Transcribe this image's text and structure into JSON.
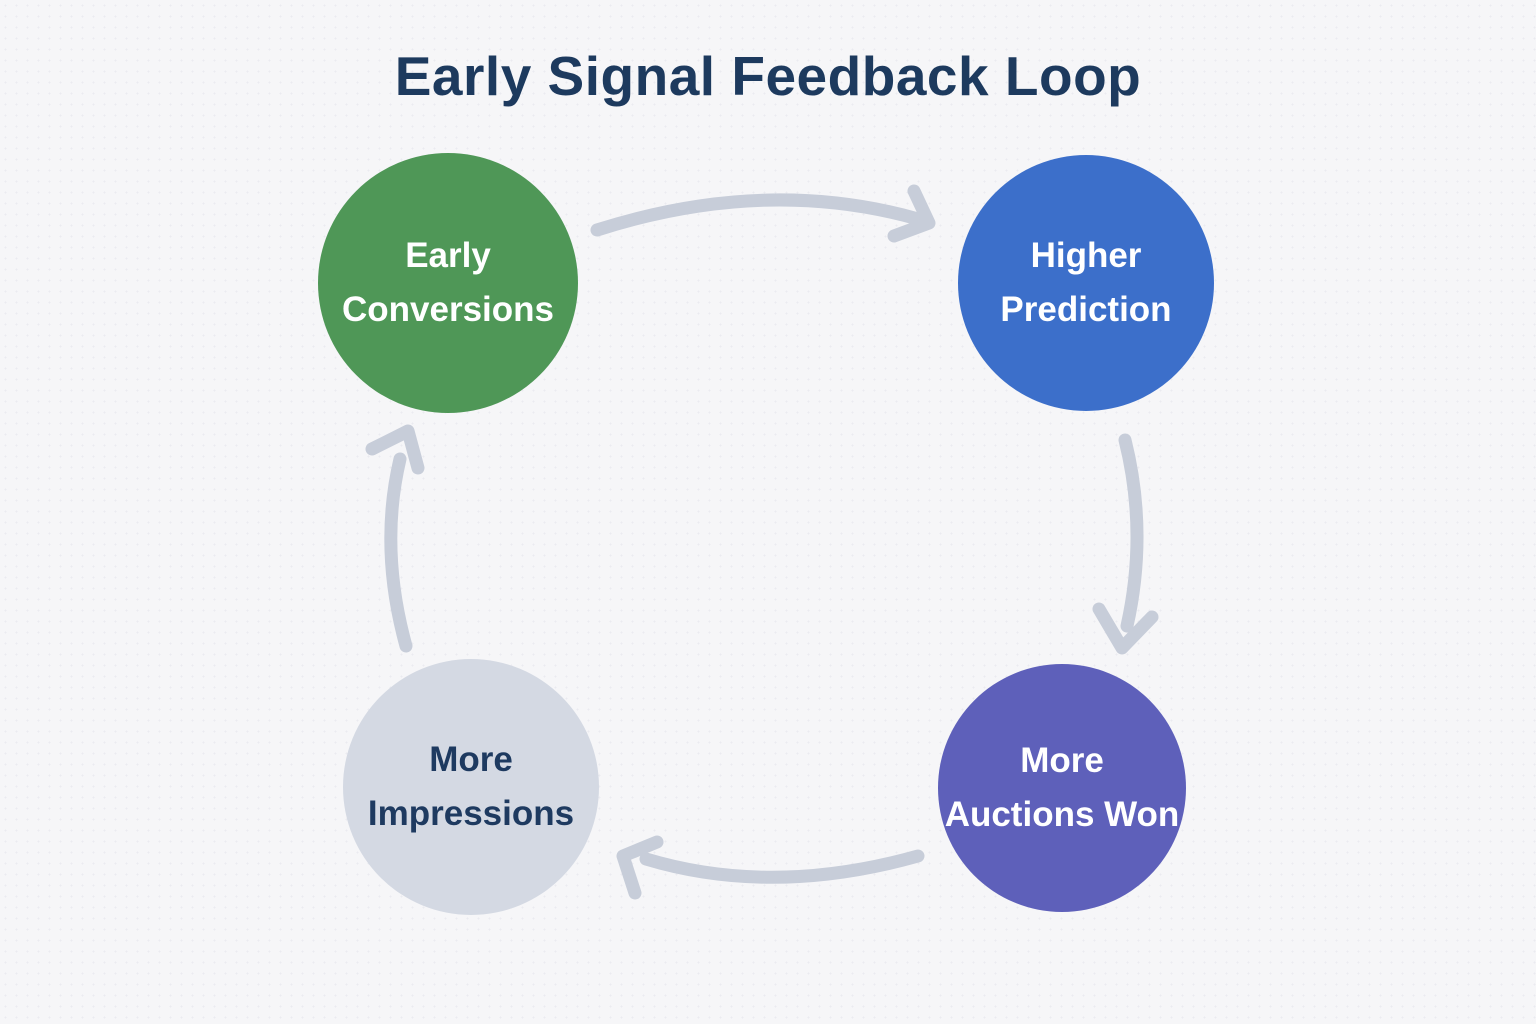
{
  "title": "Early Signal Feedback Loop",
  "colors": {
    "background": "#f6f6f8",
    "title_text": "#1d3a5e",
    "arrow": "#c7cdd9",
    "node_green": "#4f9757",
    "node_blue": "#3c6fca",
    "node_purple": "#5e60ba",
    "node_gray": "#d4d9e3",
    "text_light": "#ffffff",
    "text_dark": "#1e3a60"
  },
  "nodes": [
    {
      "id": "early-conversions",
      "line1": "Early",
      "line2": "Conversions",
      "color": "#4f9757",
      "text_color": "#ffffff"
    },
    {
      "id": "higher-prediction",
      "line1": "Higher",
      "line2": "Prediction",
      "color": "#3c6fca",
      "text_color": "#ffffff"
    },
    {
      "id": "more-auctions-won",
      "line1": "More",
      "line2": "Auctions Won",
      "color": "#5e60ba",
      "text_color": "#ffffff"
    },
    {
      "id": "more-impressions",
      "line1": "More",
      "line2": "Impressions",
      "color": "#d4d9e3",
      "text_color": "#1e3a60"
    }
  ],
  "arrows": [
    {
      "id": "conversions-to-prediction",
      "from": "Early Conversions",
      "to": "Higher Prediction"
    },
    {
      "id": "prediction-to-auctions",
      "from": "Higher Prediction",
      "to": "More Auctions Won"
    },
    {
      "id": "auctions-to-impressions",
      "from": "More Auctions Won",
      "to": "More Impressions"
    },
    {
      "id": "impressions-to-conversions",
      "from": "More Impressions",
      "to": "Early Conversions"
    }
  ]
}
